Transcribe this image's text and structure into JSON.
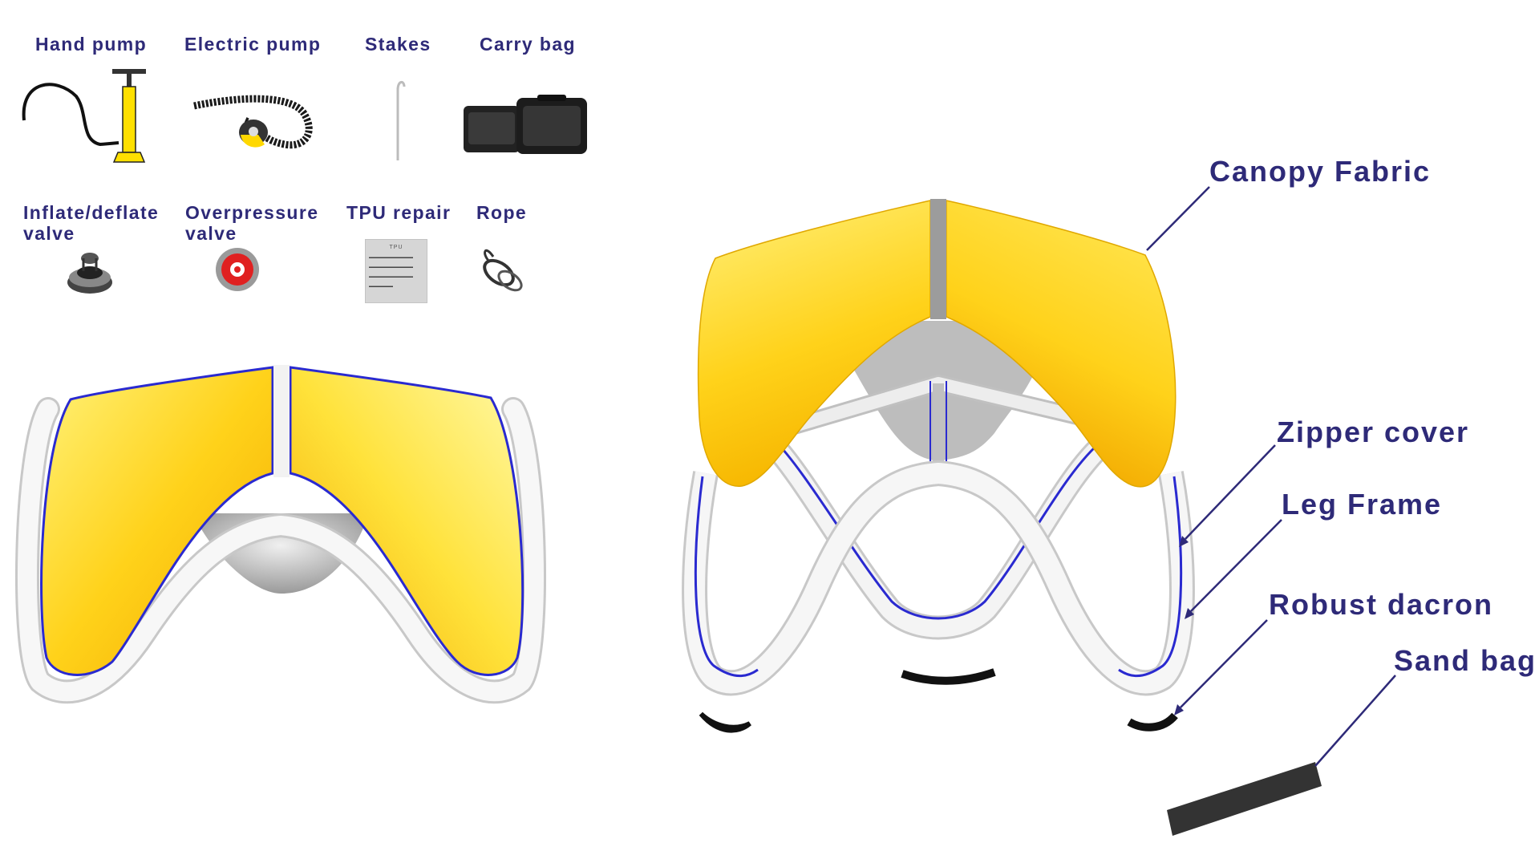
{
  "accessories": [
    {
      "label": "Hand pump",
      "icon": "hand-pump-icon"
    },
    {
      "label": "Electric pump",
      "icon": "electric-pump-icon"
    },
    {
      "label": "Stakes",
      "icon": "stake-icon"
    },
    {
      "label": "Carry bag",
      "icon": "carry-bag-icon"
    },
    {
      "label": "Inflate/deflate\nvalve",
      "icon": "valve-icon"
    },
    {
      "label": "Overpressure\nvalve",
      "icon": "overpressure-valve-icon"
    },
    {
      "label": "TPU repair",
      "icon": "repair-patch-icon"
    },
    {
      "label": "Rope",
      "icon": "rope-icon"
    }
  ],
  "repair_card": {
    "title": "TPU"
  },
  "callouts": [
    {
      "label": "Canopy Fabric"
    },
    {
      "label": "Zipper cover"
    },
    {
      "label": "Leg Frame"
    },
    {
      "label": "Robust dacron"
    },
    {
      "label": "Sand bag"
    }
  ],
  "colors": {
    "label_text": "#2e2a78",
    "canopy_yellow": "#ffd21a",
    "canopy_orange_edge": "#f2a800",
    "frame_white": "#f4f4f4",
    "frame_shadow": "#c8c8c8",
    "zipper_blue": "#2a2ad0",
    "sandbag": "#333333"
  }
}
